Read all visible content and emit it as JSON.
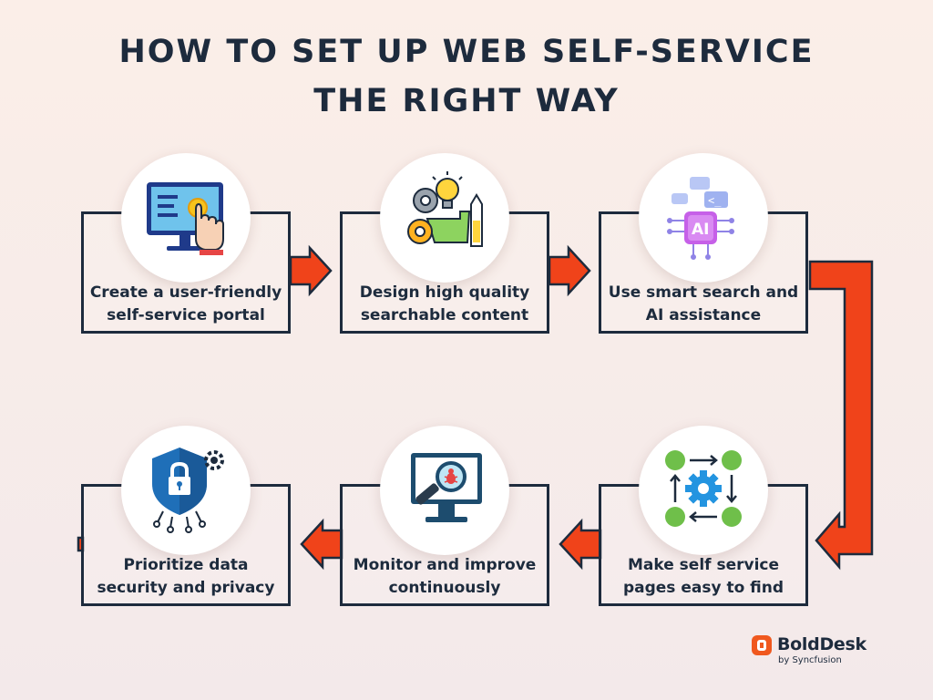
{
  "title": {
    "line1": "HOW TO SET UP WEB SELF-SERVICE",
    "line2": "THE RIGHT WAY"
  },
  "steps": [
    {
      "label": "Create a user-friendly\nself-service portal",
      "icon": "touch-screen-icon"
    },
    {
      "label": "Design high quality\nsearchable content",
      "icon": "lightbulb-gears-icon"
    },
    {
      "label": "Use smart search and\nAI assistance",
      "icon": "ai-chip-icon"
    },
    {
      "label": "Make self service\npages easy to find",
      "icon": "workflow-gear-icon"
    },
    {
      "label": "Monitor and improve\ncontinuously",
      "icon": "monitor-bug-search-icon"
    },
    {
      "label": "Prioritize data\nsecurity and privacy",
      "icon": "security-shield-lock-icon"
    }
  ],
  "brand": {
    "name": "BoldDesk",
    "subtitle": "by Syncfusion"
  },
  "colors": {
    "arrow": "#f0431a",
    "border": "#1d2b3d",
    "text": "#1d2b3d",
    "brand": "#f0581e"
  }
}
